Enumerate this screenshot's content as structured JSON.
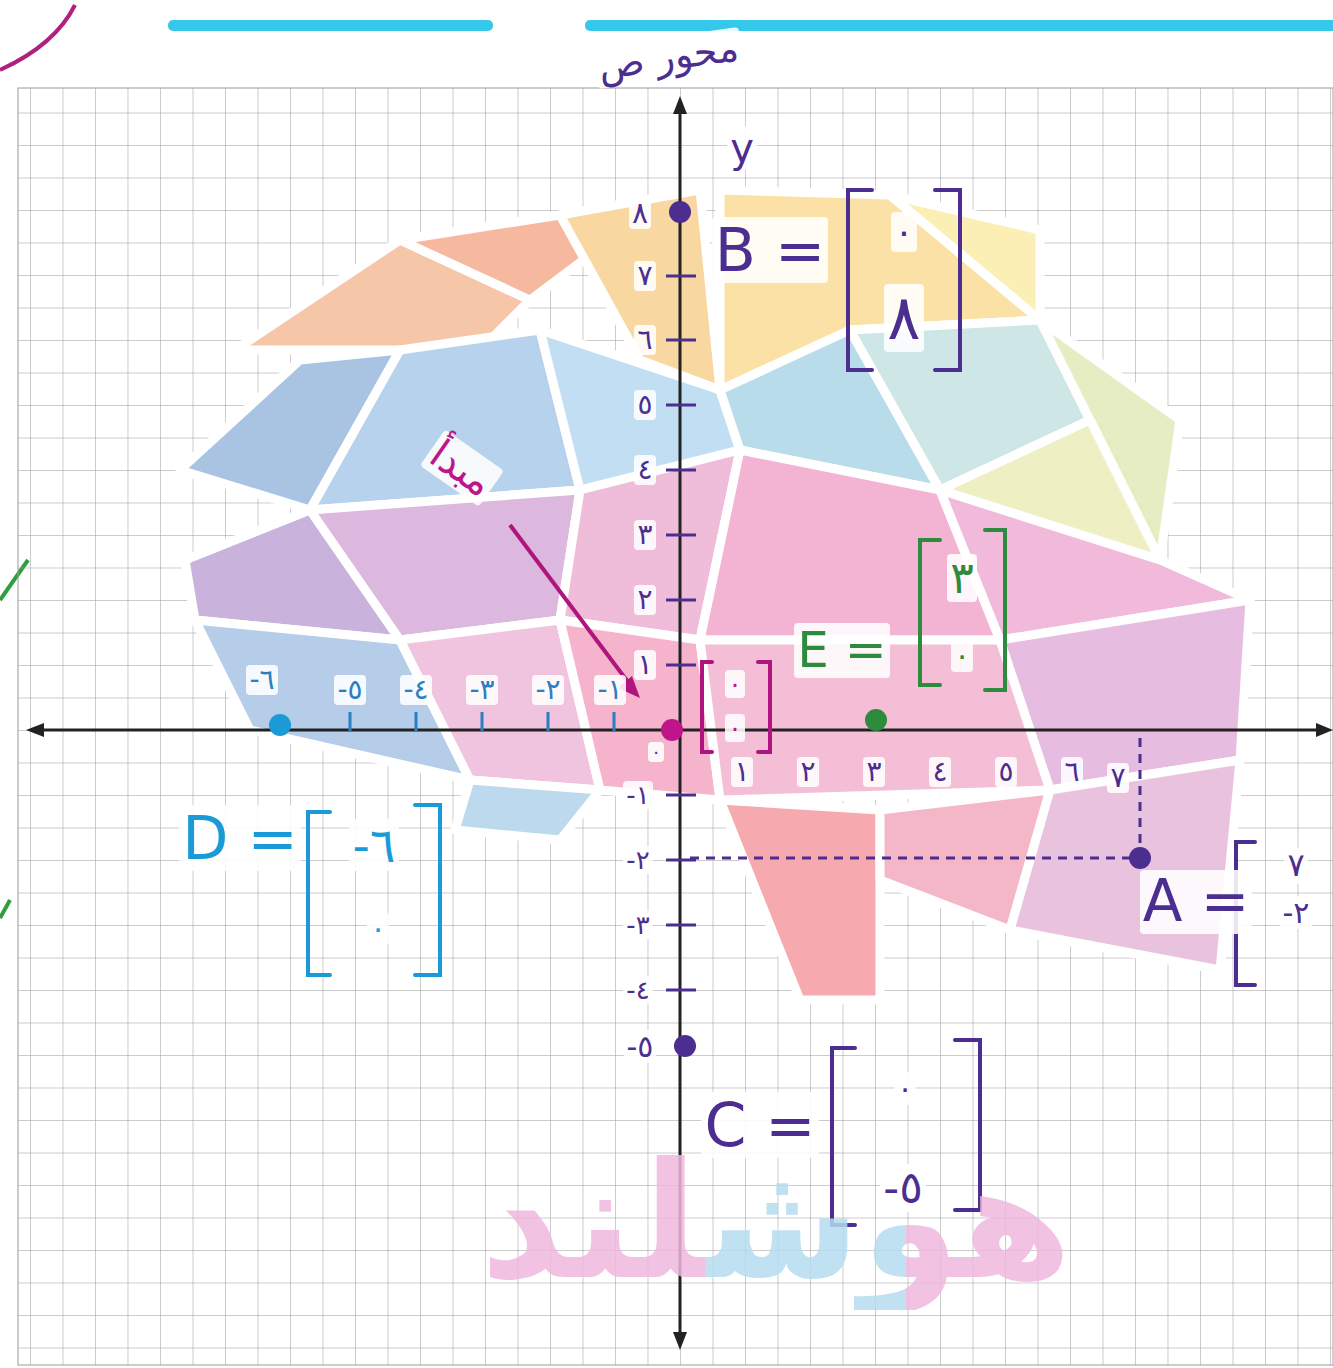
{
  "diagram": {
    "labels": [
      "محور ص",
      "y",
      "B =",
      "٠",
      "٨",
      "مبدأ",
      "E =",
      "٣",
      "٠",
      "D =",
      "-٦",
      "٠",
      "C =",
      "٠",
      "-٥",
      "A =",
      "٧",
      "-٢",
      "٠",
      "٠",
      "٠",
      "٨",
      "٧",
      "٦",
      "٥",
      "٤",
      "٣",
      "٢",
      "١",
      "-١",
      "-٢",
      "-٣",
      "-٤",
      "-٥",
      "-٦",
      "-٥",
      "-٤",
      "-٣",
      "-٢",
      "-١",
      "١",
      "٢",
      "٣",
      "٤",
      "٥",
      "٦",
      "٧",
      "هوشلند"
    ]
  }
}
